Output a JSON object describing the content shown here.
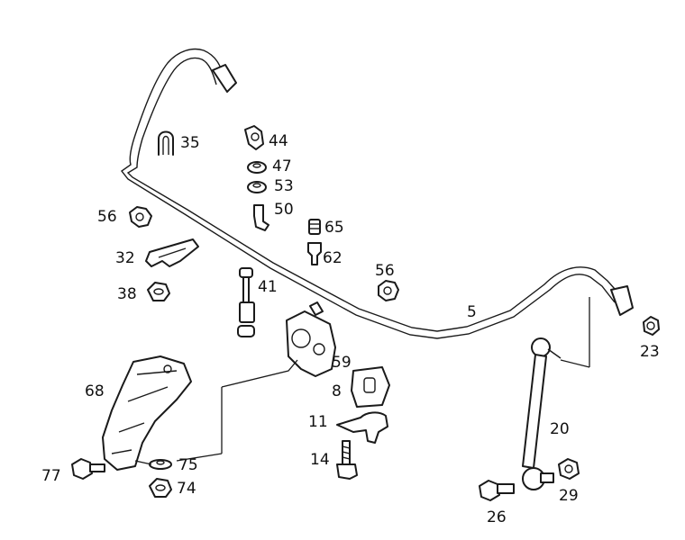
{
  "labels": {
    "p5": "5",
    "p8": "8",
    "p11": "11",
    "p14": "14",
    "p20": "20",
    "p23": "23",
    "p26": "26",
    "p29": "29",
    "p32": "32",
    "p35": "35",
    "p38": "38",
    "p41": "41",
    "p44": "44",
    "p47": "47",
    "p50": "50",
    "p53": "53",
    "p56a": "56",
    "p56b": "56",
    "p59": "59",
    "p62": "62",
    "p65": "65",
    "p68": "68",
    "p74": "74",
    "p75": "75",
    "p77": "77"
  }
}
